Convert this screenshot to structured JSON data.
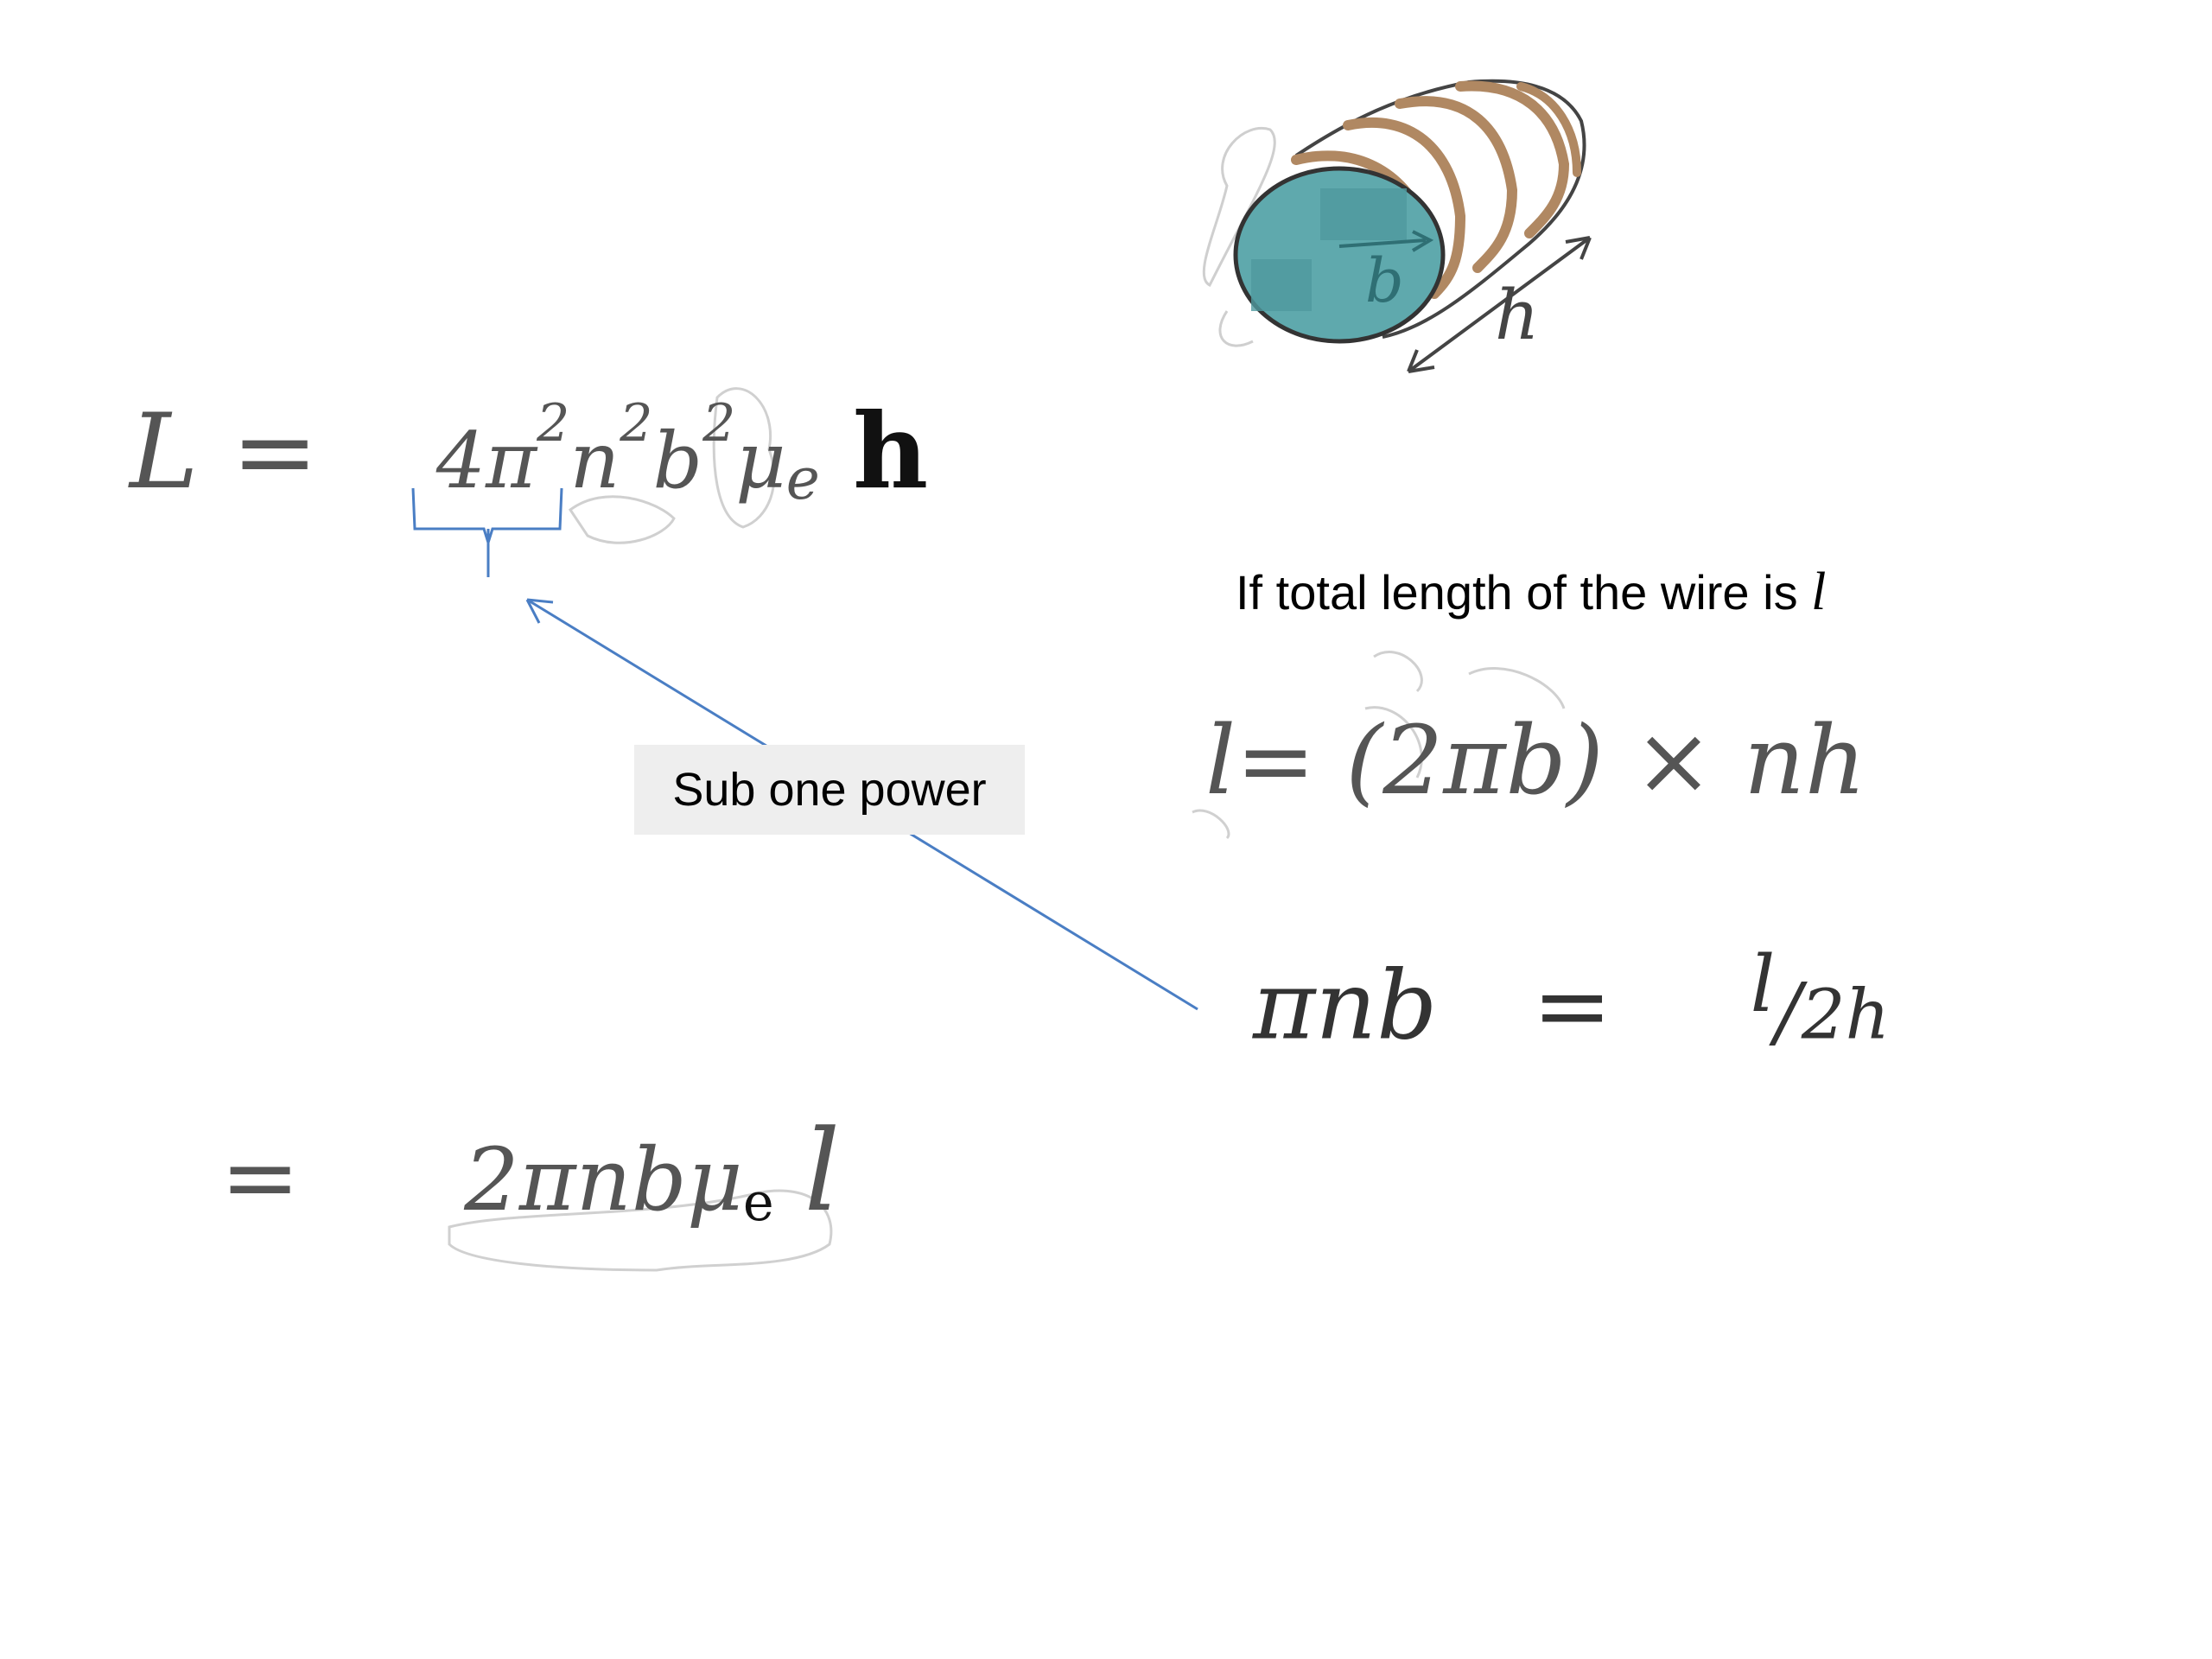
{
  "colors": {
    "ink": "#555555",
    "annotation_blue": "#4a7ec4",
    "cylinder_face": "#5fa9ad",
    "winding": "#b08862",
    "label_box": "#eeeeee"
  },
  "equations": {
    "inductance": {
      "lhs": "L =",
      "four_pi": "4π",
      "pi_exp": "2",
      "n": "n",
      "n_exp": "2",
      "b": "b",
      "b_exp": "2",
      "mu": "μ",
      "mu_sub": "e",
      "h": "h"
    },
    "wire_length": {
      "l": "l",
      "eq": "=",
      "paren": "(2πb)",
      "times": "×",
      "nh": "nh"
    },
    "pinb": {
      "lhs": "πnb",
      "eq": "=",
      "rhs_num": "l",
      "slash": "/",
      "rhs_den": "2h"
    },
    "result": {
      "eq": "=",
      "expr": "2πnbμ",
      "sub": "e",
      "l": "l"
    }
  },
  "caption": {
    "text": "If total length of the wire is",
    "var": "l"
  },
  "note": {
    "label": "Sub one power"
  },
  "diagram": {
    "radius_label": "b",
    "length_label": "h"
  }
}
